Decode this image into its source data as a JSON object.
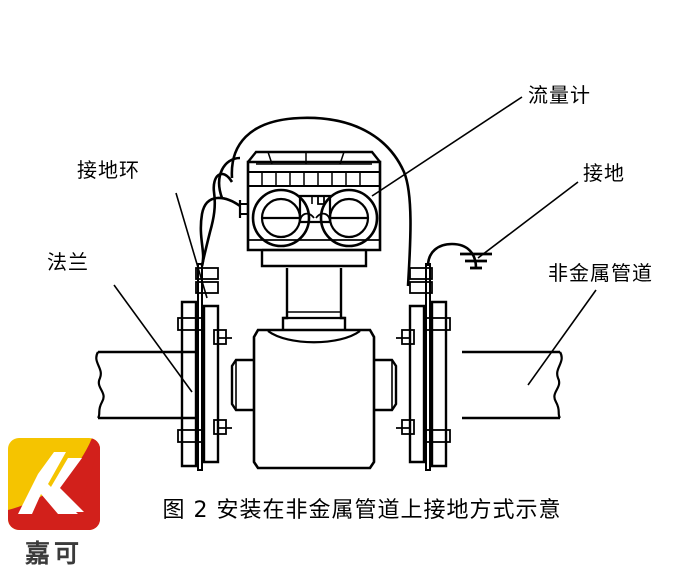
{
  "figure": {
    "caption": "图 2  安装在非金属管道上接地方式示意",
    "caption_number": "图 2",
    "caption_text": "安装在非金属管道上接地方式示意"
  },
  "labels": {
    "ground_ring": "接地环",
    "flange": "法兰",
    "flowmeter": "流量计",
    "ground": "接地",
    "nonmetal_pipe": "非金属管道"
  },
  "logo": {
    "text": "嘉可",
    "yellow": "#F5C400",
    "red": "#D2201B",
    "text_color": "#3b3b3b"
  },
  "colors": {
    "line": "#000000",
    "background": "#ffffff",
    "text": "#000000"
  },
  "diagram": {
    "type": "technical-line-drawing",
    "subject": "electromagnetic flowmeter grounding on non-metallic pipe",
    "components": [
      "flowmeter converter housing",
      "two circular terminal covers",
      "neck column",
      "sensor body",
      "left flange pair",
      "right flange pair",
      "grounding rings",
      "left pipe section",
      "right pipe section",
      "ground wire",
      "earth ground symbol"
    ]
  }
}
